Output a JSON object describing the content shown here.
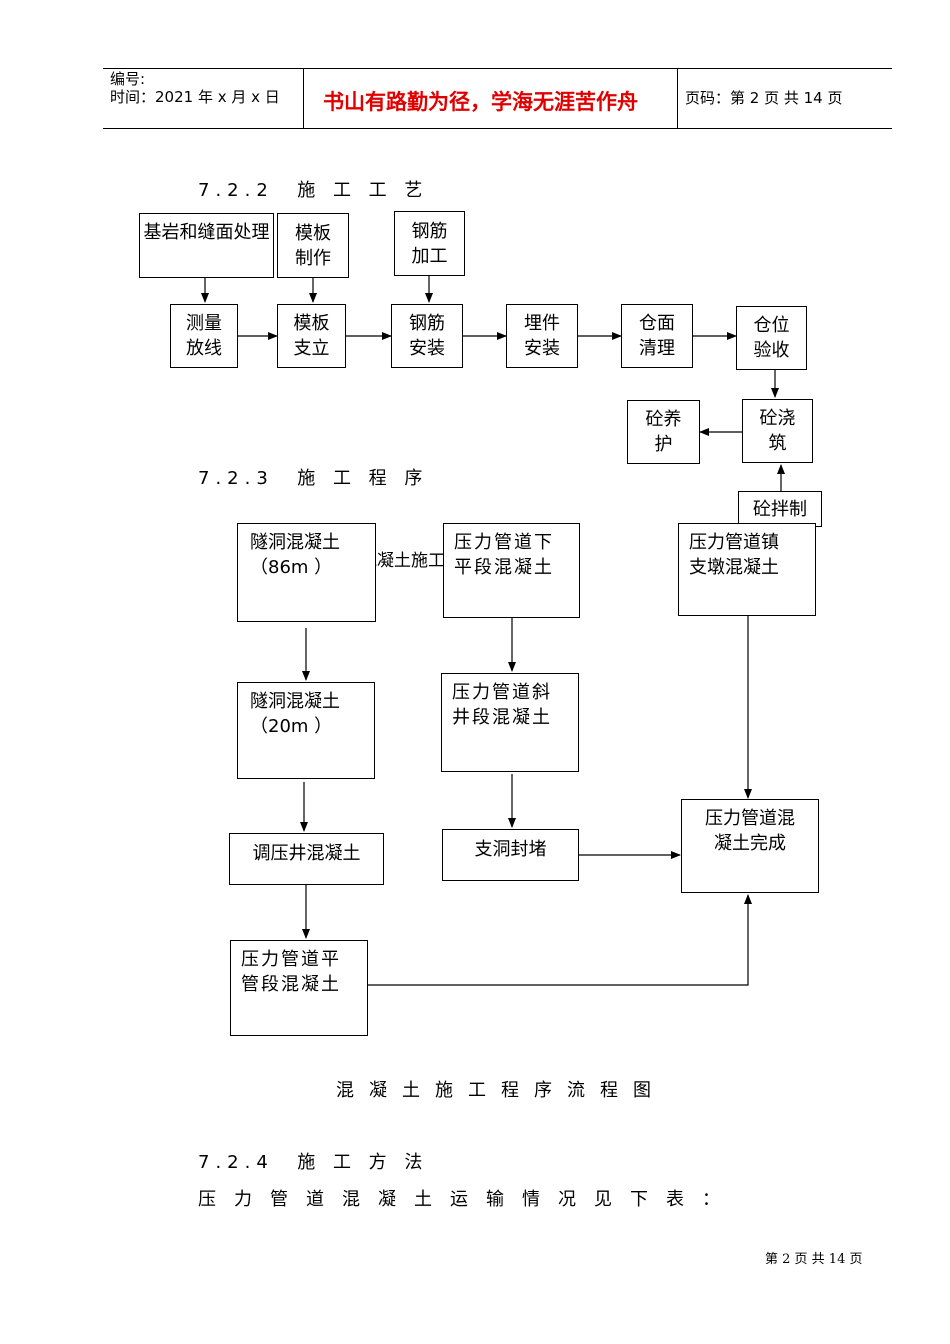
{
  "header": {
    "number_label": "编号:",
    "time_label": "时间：2021 年 x 月 x 日",
    "motto": "书山有路勤为径，学海无涯苦作舟",
    "page_label": "页码：第 2 页  共 14 页"
  },
  "sections": {
    "s722": "7.2.2  施 工 工 艺",
    "s723": "7.2.3  施 工 程 序",
    "s724": "7.2.4  施 工 方 法"
  },
  "process": {
    "base": "基岩和缝面处理",
    "formwork_make": "模板\n制作",
    "rebar_process": "钢筋\n加工",
    "survey": "测量\n放线",
    "formwork_set": "模板\n支立",
    "rebar_install": "钢筋\n安装",
    "embedded": "埋件\n安装",
    "clean": "仓面\n清理",
    "accept": "仓位\n验收",
    "cure": "砼养\n护",
    "pour": "砼浇\n筑",
    "mix": "砼拌制"
  },
  "sequence": {
    "tunnel86": "隧洞混凝土\n（86m ）",
    "overlap_text": "混凝土施工",
    "pipe_lower": "压力管道下\n平段混凝土",
    "pipe_anchor": "压力管道镇\n支墩混凝土",
    "tunnel20": "隧洞混凝土\n（20m ）",
    "pipe_incline": "压力管道斜\n井段混凝土",
    "surge": "调压井混凝土",
    "plug": "支洞封堵",
    "complete": "压力管道混\n凝土完成",
    "pipe_flat": "压力管道平\n管段混凝土"
  },
  "caption": "混凝土施工程序流程图",
  "body_text": "压力管道混凝土运输情况见下表：",
  "footer": "第 2 页 共 14 页"
}
